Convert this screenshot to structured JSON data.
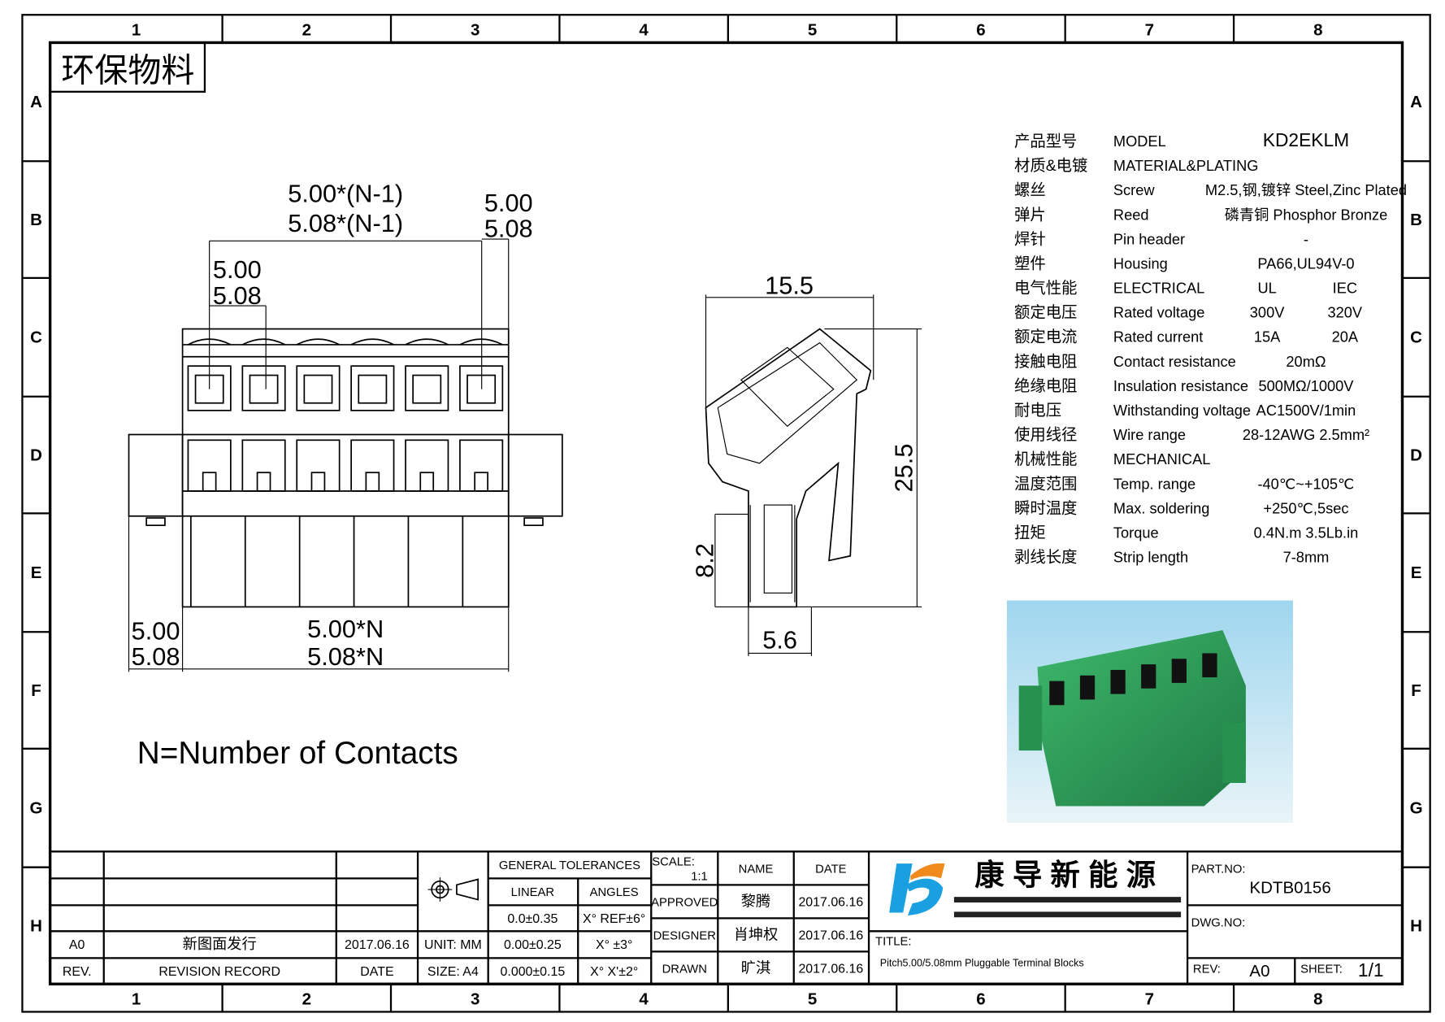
{
  "frame": {
    "columns": [
      "1",
      "2",
      "3",
      "4",
      "5",
      "6",
      "7",
      "8"
    ],
    "rows": [
      "A",
      "B",
      "C",
      "D",
      "E",
      "F",
      "G",
      "H"
    ]
  },
  "stamp": "环保物料",
  "front_view": {
    "dim_top_n1_a": "5.00*(N-1)",
    "dim_top_n1_b": "5.08*(N-1)",
    "dim_right_a": "5.00",
    "dim_right_b": "5.08",
    "dim_pitch_a": "5.00",
    "dim_pitch_b": "5.08",
    "dim_left_a": "5.00",
    "dim_left_b": "5.08",
    "dim_bottom_a": "5.00*N",
    "dim_bottom_b": "5.08*N"
  },
  "side_view": {
    "width": "15.5",
    "height": "25.5",
    "pin_height": "8.2",
    "pin_width": "5.6"
  },
  "note": "N=Number of Contacts",
  "specs": [
    {
      "cn": "产品型号",
      "en": "MODEL",
      "v": "KD2EKLM"
    },
    {
      "cn": "材质&电镀",
      "en": "MATERIAL&PLATING",
      "v": ""
    },
    {
      "cn": "螺丝",
      "en": "Screw",
      "v": "M2.5,钢,镀锌 Steel,Zinc Plated"
    },
    {
      "cn": "弹片",
      "en": "Reed",
      "v": "磷青铜 Phosphor Bronze"
    },
    {
      "cn": "焊针",
      "en": "Pin header",
      "v": "-"
    },
    {
      "cn": "塑件",
      "en": "Housing",
      "v": "PA66,UL94V-0"
    },
    {
      "cn": "电气性能",
      "en": "ELECTRICAL",
      "ul": "UL",
      "iec": "IEC"
    },
    {
      "cn": "额定电压",
      "en": "Rated voltage",
      "ul": "300V",
      "iec": "320V"
    },
    {
      "cn": "额定电流",
      "en": "Rated current",
      "ul": "15A",
      "iec": "20A"
    },
    {
      "cn": "接触电阻",
      "en": "Contact resistance",
      "v": "20mΩ"
    },
    {
      "cn": "绝缘电阻",
      "en": "Insulation resistance",
      "v": "500MΩ/1000V"
    },
    {
      "cn": "耐电压",
      "en": "Withstanding voltage",
      "v": "AC1500V/1min"
    },
    {
      "cn": "使用线径",
      "en": "Wire range",
      "v": "28-12AWG 2.5mm²"
    },
    {
      "cn": "机械性能",
      "en": "MECHANICAL",
      "v": ""
    },
    {
      "cn": "温度范围",
      "en": "Temp. range",
      "v": "-40℃~+105℃"
    },
    {
      "cn": "瞬时温度",
      "en": "Max. soldering",
      "v": "+250℃,5sec"
    },
    {
      "cn": "扭矩",
      "en": "Torque",
      "v": "0.4N.m 3.5Lb.in"
    },
    {
      "cn": "剥线长度",
      "en": "Strip length",
      "v": "7-8mm"
    }
  ],
  "title_block": {
    "rev_value": "A0",
    "rev_record": "新图面发行",
    "rev_date": "2017.06.16",
    "rev_label": "REV.",
    "rev_record_label": "REVISION RECORD",
    "date_label": "DATE",
    "unit": "UNIT: MM",
    "size": "SIZE: A4",
    "general_tolerances": "GENERAL TOLERANCES",
    "linear": "LINEAR",
    "angles": "ANGLES",
    "lin1": "0.0±0.35",
    "ang1": "X° REF±6°",
    "lin2": "0.00±0.25",
    "ang2": "X° ±3°",
    "lin3": "0.000±0.15",
    "ang3": "X° X'±2°",
    "scale_label": "SCALE:",
    "scale_value": "1:1",
    "name_label": "NAME",
    "date_col_label": "DATE",
    "approved": "APPROVED",
    "approved_name": "黎腾",
    "approved_date": "2017.06.16",
    "designer": "DESIGNER",
    "designer_name": "肖坤权",
    "designer_date": "2017.06.16",
    "drawn": "DRAWN",
    "drawn_name": "旷淇",
    "drawn_date": "2017.06.16",
    "company": "康 导 新 能 源",
    "title_label": "TITLE:",
    "title": "Pitch5.00/5.08mm Pluggable Terminal Blocks",
    "part_no_label": "PART.NO:",
    "part_no": "KDTB0156",
    "dwg_no_label": "DWG.NO:",
    "rev_label2": "REV:",
    "rev2": "A0",
    "sheet_label": "SHEET:",
    "sheet": "1/1"
  },
  "colors": {
    "photo_green": "#2e9e5a",
    "logo_blue": "#1aa0e0",
    "logo_orange": "#f08a1c"
  }
}
